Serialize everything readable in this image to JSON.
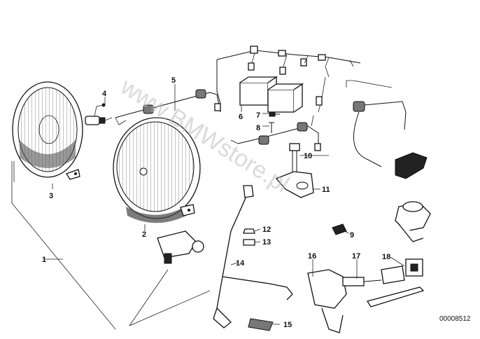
{
  "diagram": {
    "watermark": "www.BMWstore.pl",
    "reference_number": "00008512",
    "callouts": [
      {
        "id": "1",
        "label": "1"
      },
      {
        "id": "2",
        "label": "2"
      },
      {
        "id": "3",
        "label": "3"
      },
      {
        "id": "4",
        "label": "4"
      },
      {
        "id": "5",
        "label": "5"
      },
      {
        "id": "6",
        "label": "6"
      },
      {
        "id": "7",
        "label": "7"
      },
      {
        "id": "8",
        "label": "8"
      },
      {
        "id": "9",
        "label": "9"
      },
      {
        "id": "10",
        "label": "10"
      },
      {
        "id": "11",
        "label": "11"
      },
      {
        "id": "12",
        "label": "12"
      },
      {
        "id": "13",
        "label": "13"
      },
      {
        "id": "14",
        "label": "14"
      },
      {
        "id": "15",
        "label": "15"
      },
      {
        "id": "16",
        "label": "16"
      },
      {
        "id": "17",
        "label": "17"
      },
      {
        "id": "18",
        "label": "18"
      }
    ]
  }
}
